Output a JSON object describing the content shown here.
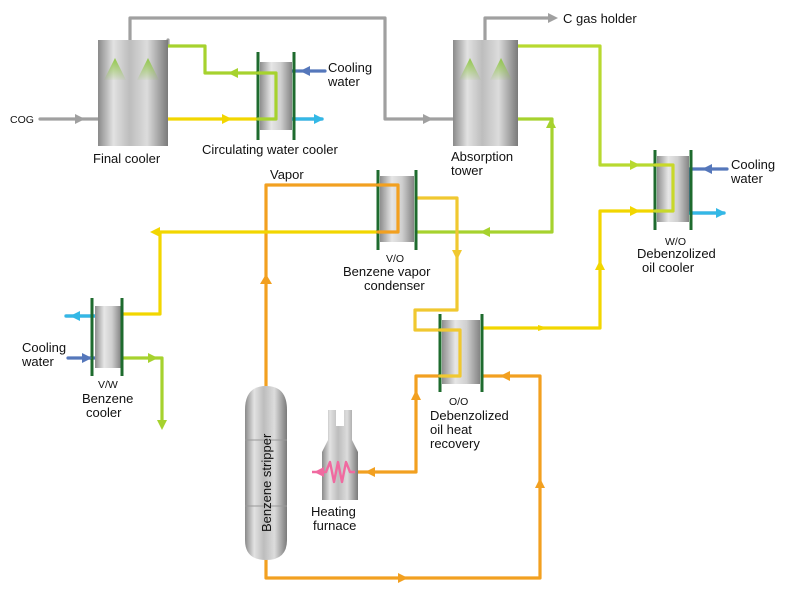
{
  "labels": {
    "c_gas_holder": "C gas holder",
    "cog": "COG",
    "final_cooler": "Final cooler",
    "circulating_water_cooler": "Circulating water cooler",
    "cooling_water_1a": "Cooling",
    "cooling_water_1b": "water",
    "absorption_tower_a": "Absorption",
    "absorption_tower_b": "tower",
    "cooling_water_2a": "Cooling",
    "cooling_water_2b": "water",
    "debenzolized_oil_cooler_type": "W/O",
    "debenzolized_oil_cooler_a": "Debenzolized",
    "debenzolized_oil_cooler_b": "oil cooler",
    "vapor": "Vapor",
    "benzene_vapor_condenser_type": "V/O",
    "benzene_vapor_condenser_a": "Benzene vapor",
    "benzene_vapor_condenser_b": "condenser",
    "cooling_water_3a": "Cooling",
    "cooling_water_3b": "water",
    "benzene_cooler_type": "V/W",
    "benzene_cooler_a": "Benzene",
    "benzene_cooler_b": "cooler",
    "debenzolized_oil_heat_recovery_type": "O/O",
    "debenzolized_oil_heat_recovery_a": "Debenzolized",
    "debenzolized_oil_heat_recovery_b": "oil heat",
    "debenzolized_oil_heat_recovery_c": "recovery",
    "benzene_stripper": "Benzene stripper",
    "heating_furnace_a": "Heating",
    "heating_furnace_b": "furnace"
  },
  "colors": {
    "gas_pipe": "#9a9a9a",
    "green_line": "#9acd32",
    "yellow_line": "#f5d800",
    "orange_line": "#f0a020",
    "cooling_water_in": "#4a6fb5",
    "cooling_water_out": "#33b8e6",
    "exchanger_plate": "#1e6b2e",
    "furnace_coil": "#f06aa0"
  }
}
